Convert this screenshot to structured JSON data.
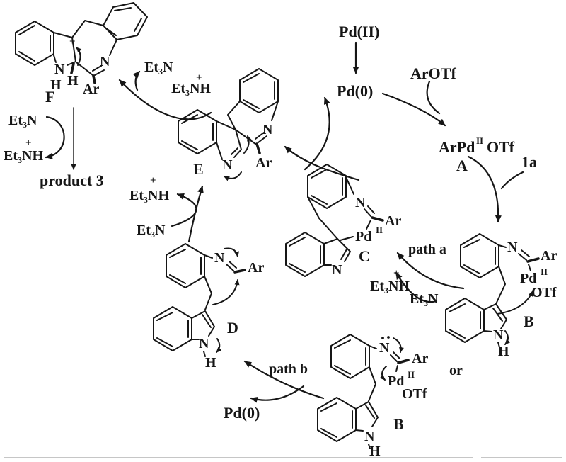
{
  "figure_colors": {
    "ink": "#161616",
    "background": "#ffffff"
  },
  "tokens": {
    "et3n": "Et₃N",
    "et3nh": "Et₃NH",
    "plus": "+",
    "N": "N",
    "H": "H",
    "Ar": "Ar",
    "Pd": "Pd",
    "pd_sup": "II",
    "OTf": "OTf"
  },
  "labels": {
    "pd_ii": "Pd(II)",
    "pd_0": "Pd(0)",
    "ar_otf": "ArOTf",
    "arpd": "ArPd",
    "arpd_sup": "II",
    "arpd_otf": "OTf",
    "compound_1a": "1a",
    "product_3": "product 3",
    "or": "or",
    "path_a": "path a",
    "path_b": "path b"
  },
  "intermediates": {
    "A": "A",
    "B": "B",
    "C": "C",
    "D": "D",
    "E": "E",
    "F": "F"
  }
}
